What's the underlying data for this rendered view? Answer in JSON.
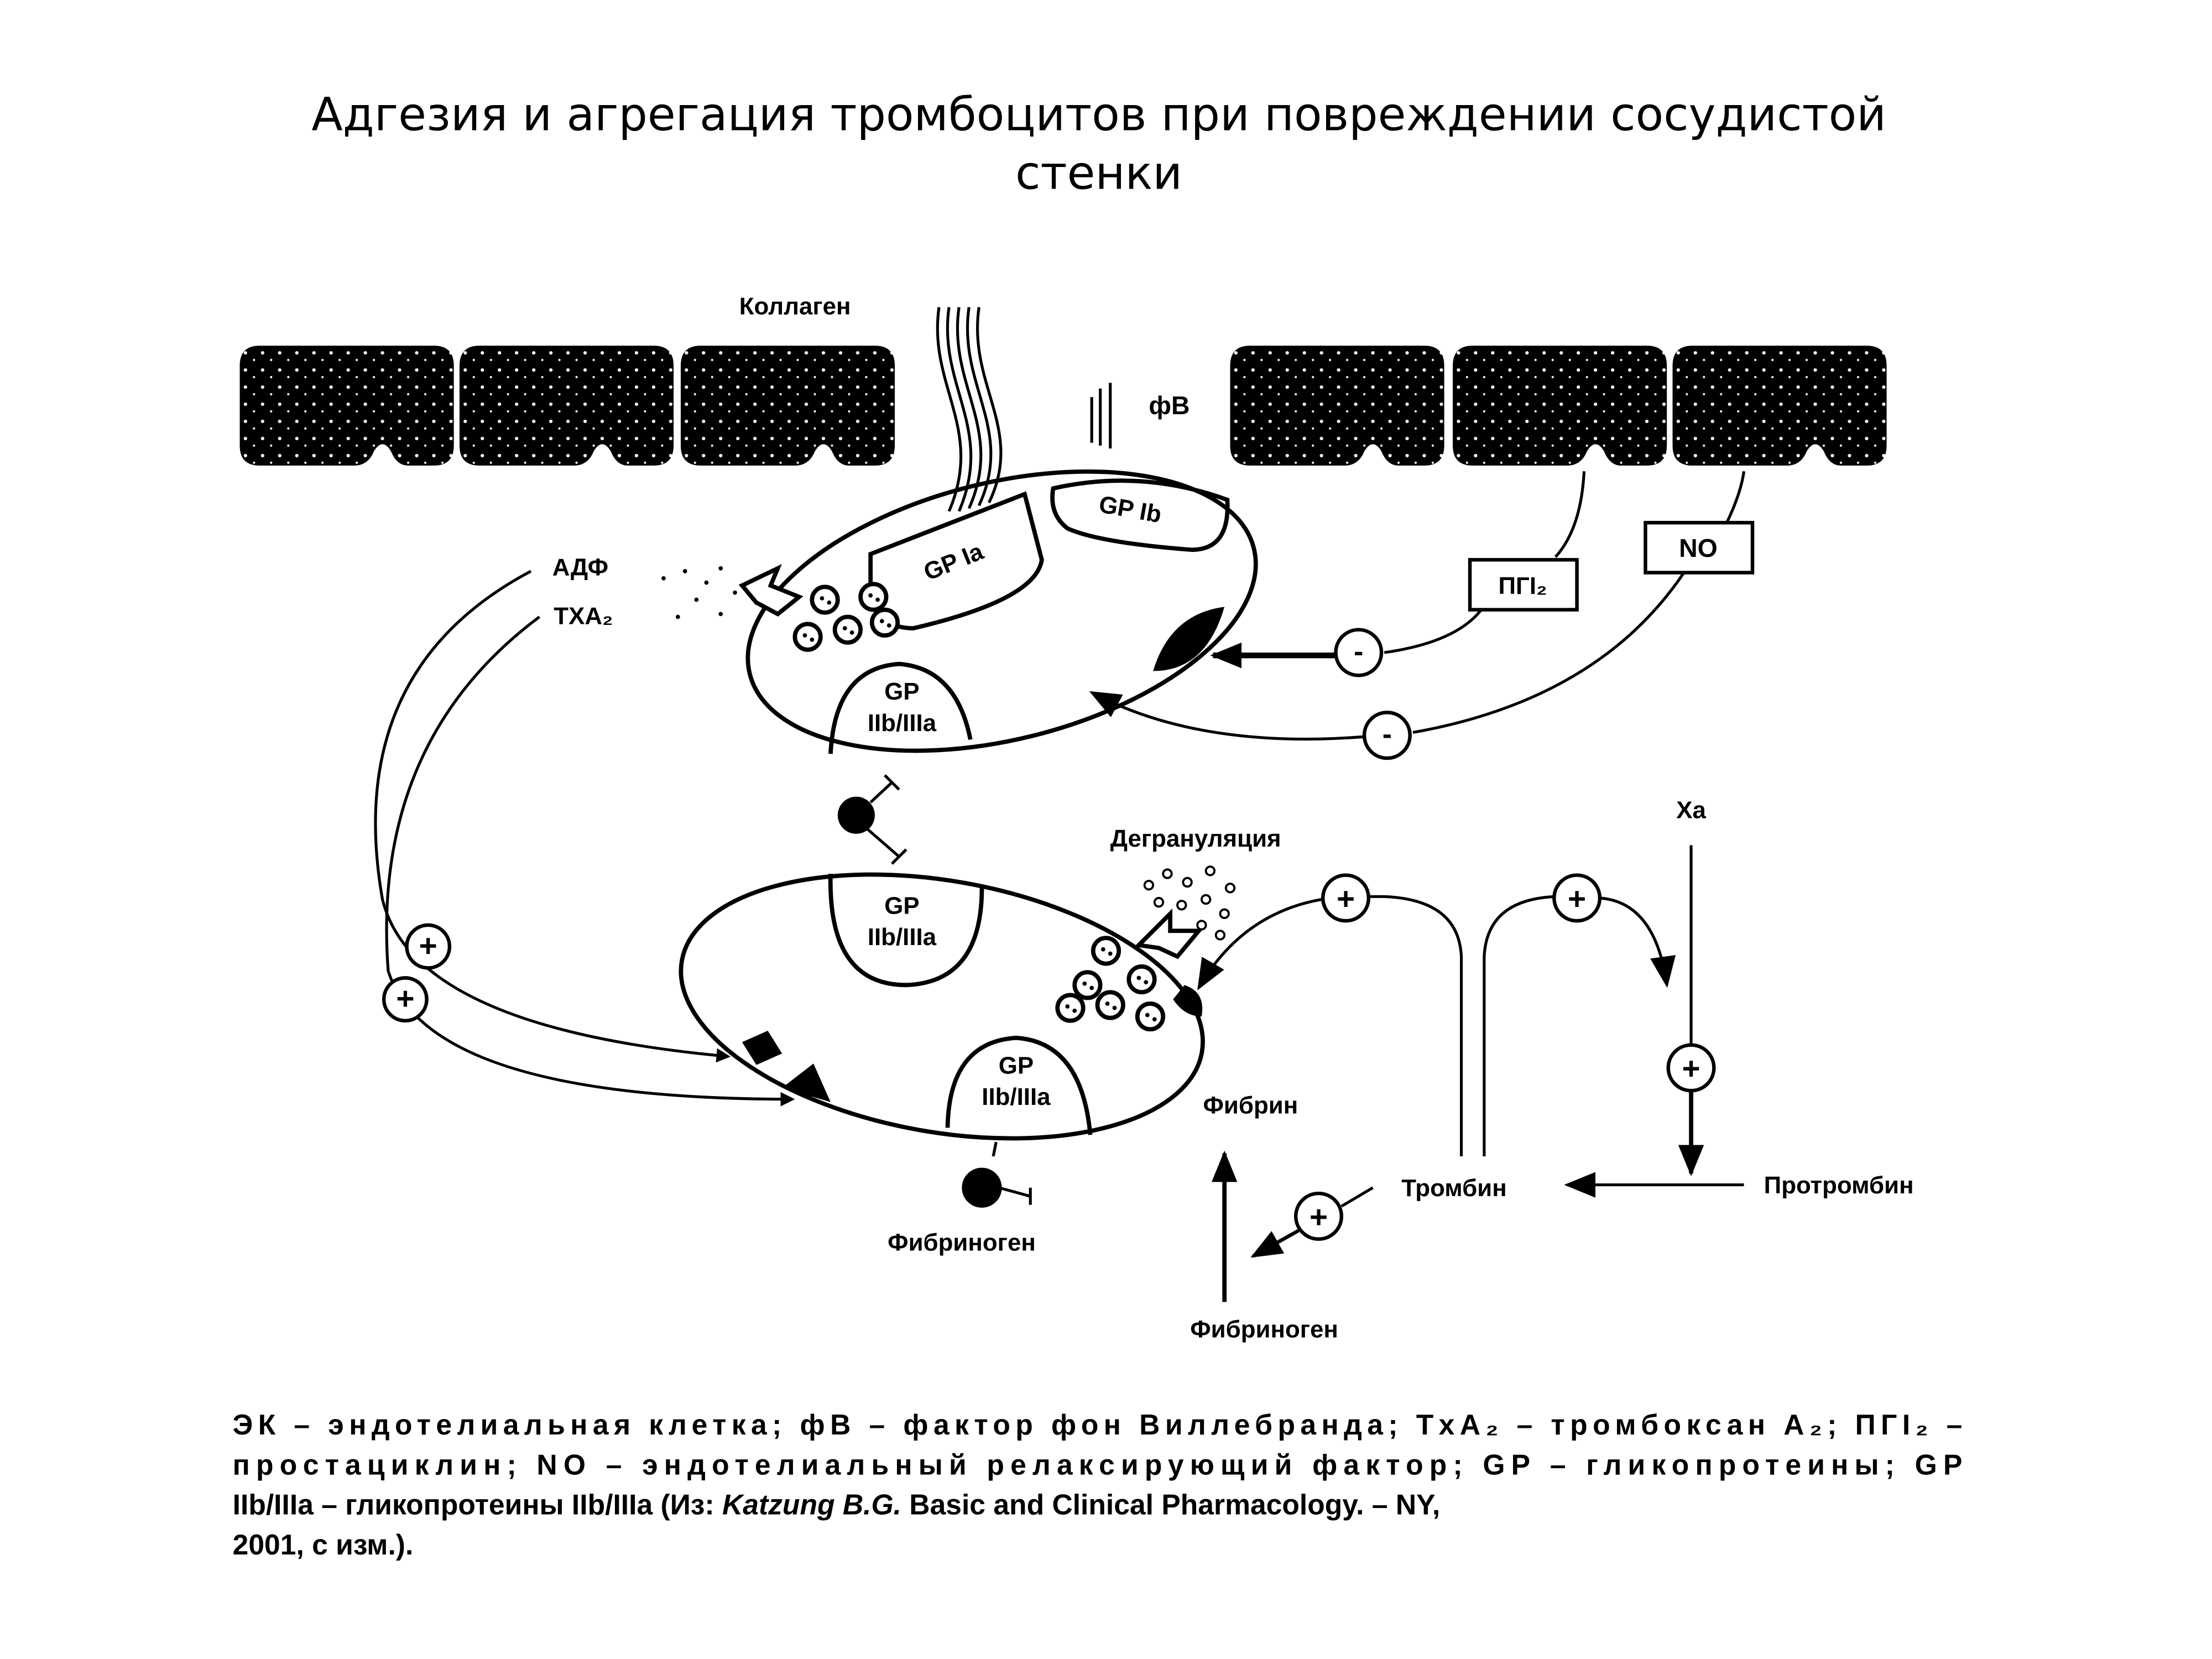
{
  "title": {
    "line1": "Адгезия и агрегация тромбоцитов при повреждении сосудистой",
    "line2": "стенки"
  },
  "labels": {
    "collagen": "Коллаген",
    "vwf": "фВ",
    "gp_ia": "GP Ia",
    "gp_ib": "GP Ib",
    "gp": "GP",
    "gp_iib_iiia": "IIb/IIIa",
    "adp": "АДФ",
    "txa2": "ТХА₂",
    "pgi2": "ПГI₂",
    "no": "NO",
    "degranulation": "Дегрануляция",
    "xa": "Xa",
    "fibrin": "Фибрин",
    "thrombin": "Тромбин",
    "prothrombin": "Протромбин",
    "fibrinogen": "Фибриноген",
    "minus": "-",
    "plus": "+"
  },
  "caption": {
    "line1": "ЭК – эндотелиальная клетка; фВ – фактор фон Виллебранда; TxA₂ – тромбоксан A₂; ПГI₂ –",
    "line2": "простациклин; NO – эндотелиальный релаксирующий фактор; GP – гликопротеины; GP",
    "line3_a": "IIb/IIIa – гликопротеины IIb/IIIa (Из: ",
    "line3_author": "Katzung B.G.",
    "line3_b": " Basic and Clinical Pharmacology. – NY,",
    "line4": "2001, с изм.)."
  }
}
